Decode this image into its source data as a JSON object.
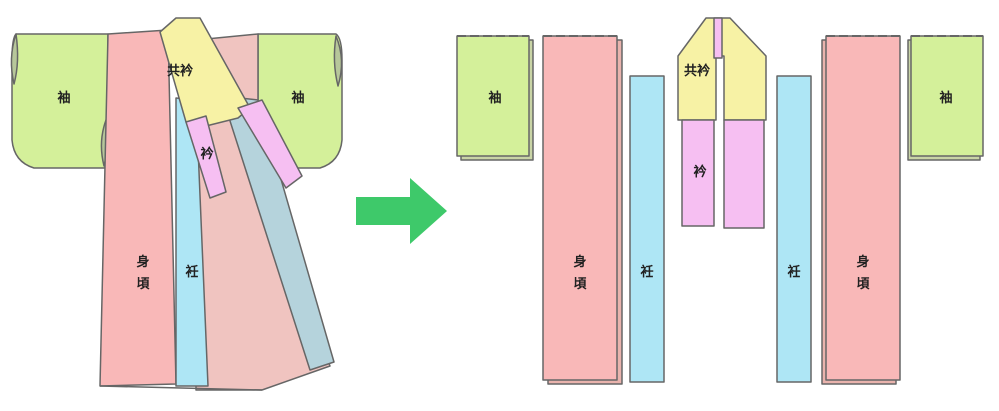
{
  "colors": {
    "sleeve": "#d4f09a",
    "body": "#f9b8b8",
    "body_back": "#f0c4c0",
    "gusset": "#aee6f5",
    "gusset_back": "#b5d3dc",
    "collar_top": "#f7f2a5",
    "collar": "#f6bff2",
    "arrow": "#3ec96a",
    "outline": "#666666"
  },
  "labels": {
    "sleeve": "袖",
    "body_line1": "身",
    "body_line2": "頃",
    "gusset": "衽",
    "tomoeri": "共衿",
    "eri": "衿"
  }
}
